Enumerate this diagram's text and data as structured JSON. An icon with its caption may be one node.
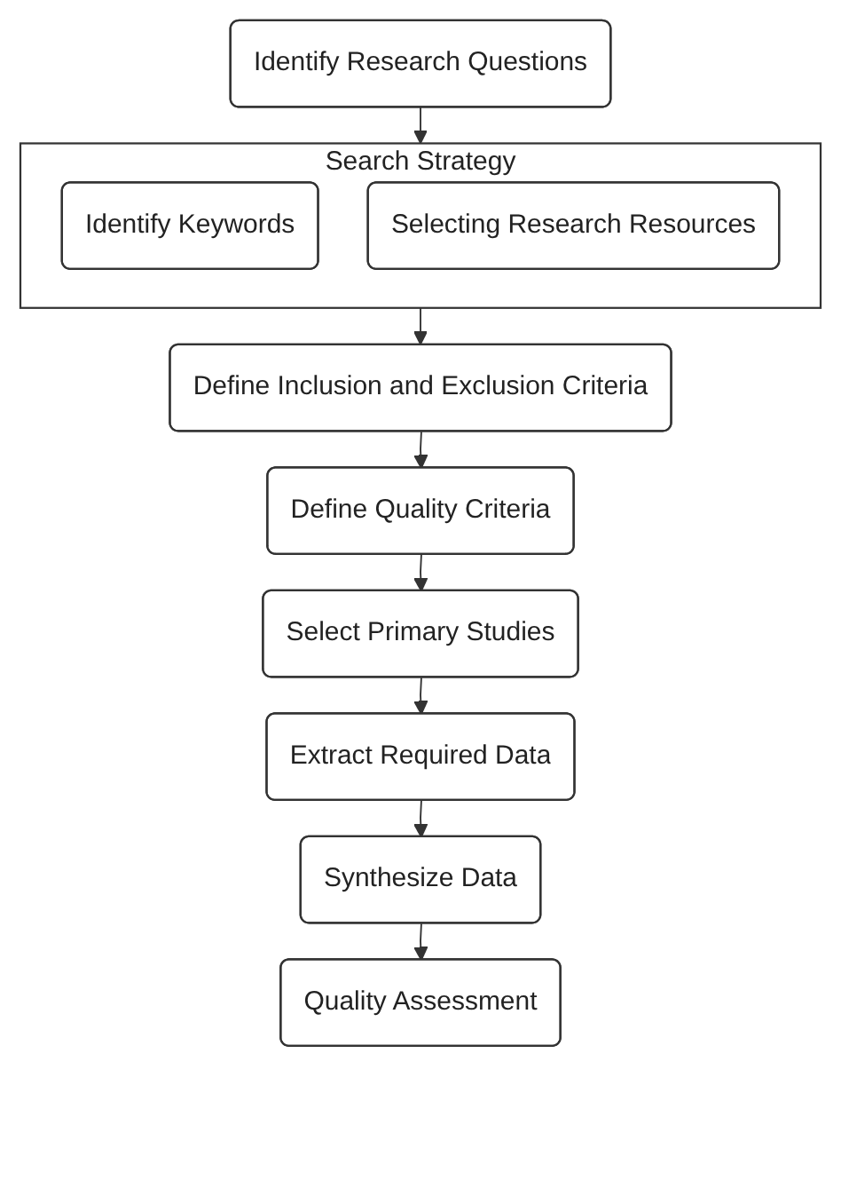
{
  "diagram": {
    "nodes": [
      {
        "text": [
          "Identify Research Questions"
        ]
      },
      {
        "text": [
          "Search Strategy"
        ]
      },
      {
        "text": [
          "Identify Keywords"
        ],
        "in": 1
      },
      {
        "text": [
          "Selecting Research Resources"
        ],
        "in": 1
      },
      {
        "text": [
          "Define Inclusion and Exclusion Criteria"
        ]
      },
      {
        "text": [
          "Define Quality Criteria"
        ]
      },
      {
        "text": [
          "Select Primary Studies"
        ]
      },
      {
        "text": [
          "Extract Required Data"
        ]
      },
      {
        "text": [
          "Synthesize Data"
        ]
      },
      {
        "text": [
          "Quality Assessment"
        ]
      }
    ],
    "edges": [
      {
        "from": 0,
        "to": 1,
        "arrow": "to"
      },
      {
        "from": 1,
        "to": 4,
        "arrow": "to"
      },
      {
        "from": 4,
        "to": 5,
        "arrow": "to"
      },
      {
        "from": 5,
        "to": 6,
        "arrow": "to"
      },
      {
        "from": 6,
        "to": 7,
        "arrow": "to"
      },
      {
        "from": 7,
        "to": 8,
        "arrow": "to"
      },
      {
        "from": 8,
        "to": 9,
        "arrow": "to"
      }
    ]
  }
}
